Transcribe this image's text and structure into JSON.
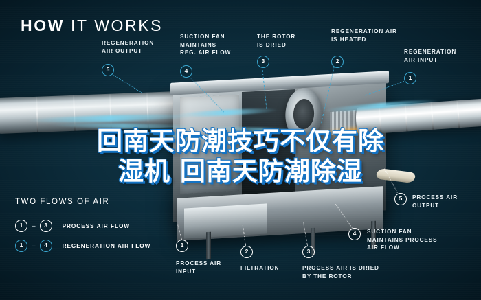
{
  "header": {
    "title_bold": "HOW",
    "title_light": "IT WORKS"
  },
  "overlay": {
    "line1": "回南天防潮技巧不仅有除",
    "line2": "湿机 回南天防潮除湿"
  },
  "colors": {
    "background": "#07232f",
    "accent_blue": "#3aa6cf",
    "overlay_outline": "#1473c4",
    "text_white": "#ffffff",
    "airflow_cyan": "#78d7f5"
  },
  "callouts": [
    {
      "id": "regeneration-air-output",
      "number": "5",
      "style": "blue",
      "label": "REGENERATION\nAIR OUTPUT"
    },
    {
      "id": "suction-fan-reg-air-flow",
      "number": "4",
      "style": "blue",
      "label": "SUCTION FAN\nMAINTAINS\nREG. AIR FLOW"
    },
    {
      "id": "the-rotor-is-dried",
      "number": "3",
      "style": "blue",
      "label": "THE ROTOR\nIS DRIED"
    },
    {
      "id": "regeneration-air-is-heated",
      "number": "2",
      "style": "blue",
      "label": "REGENERATION AIR\nIS HEATED"
    },
    {
      "id": "regeneration-air-input",
      "number": "1",
      "style": "blue",
      "label": "REGENERATION\nAIR INPUT"
    },
    {
      "id": "process-air-output",
      "number": "5",
      "style": "white",
      "label": "PROCESS AIR\nOUTPUT"
    },
    {
      "id": "suction-fan-process-air-flow",
      "number": "4",
      "style": "white",
      "label": "SUCTION FAN\nMAINTAINS PROCESS\nAIR FLOW"
    },
    {
      "id": "process-air-input",
      "number": "1",
      "style": "white",
      "label": "PROCESS AIR\nINPUT"
    },
    {
      "id": "filtration",
      "number": "2",
      "style": "white",
      "label": "FILTRATION"
    },
    {
      "id": "process-air-is-dried-by-the-rotor",
      "number": "3",
      "style": "white",
      "label": "PROCESS AIR IS DRIED\nBY THE ROTOR"
    }
  ],
  "legend": {
    "title": "TWO FLOWS OF AIR",
    "rows": [
      {
        "from": "1",
        "dash": "–",
        "to": "3",
        "label": "PROCESS AIR FLOW",
        "style": "white"
      },
      {
        "from": "1",
        "dash": "–",
        "to": "4",
        "label": "REGENERATION AIR FLOW",
        "style": "blue"
      }
    ]
  }
}
